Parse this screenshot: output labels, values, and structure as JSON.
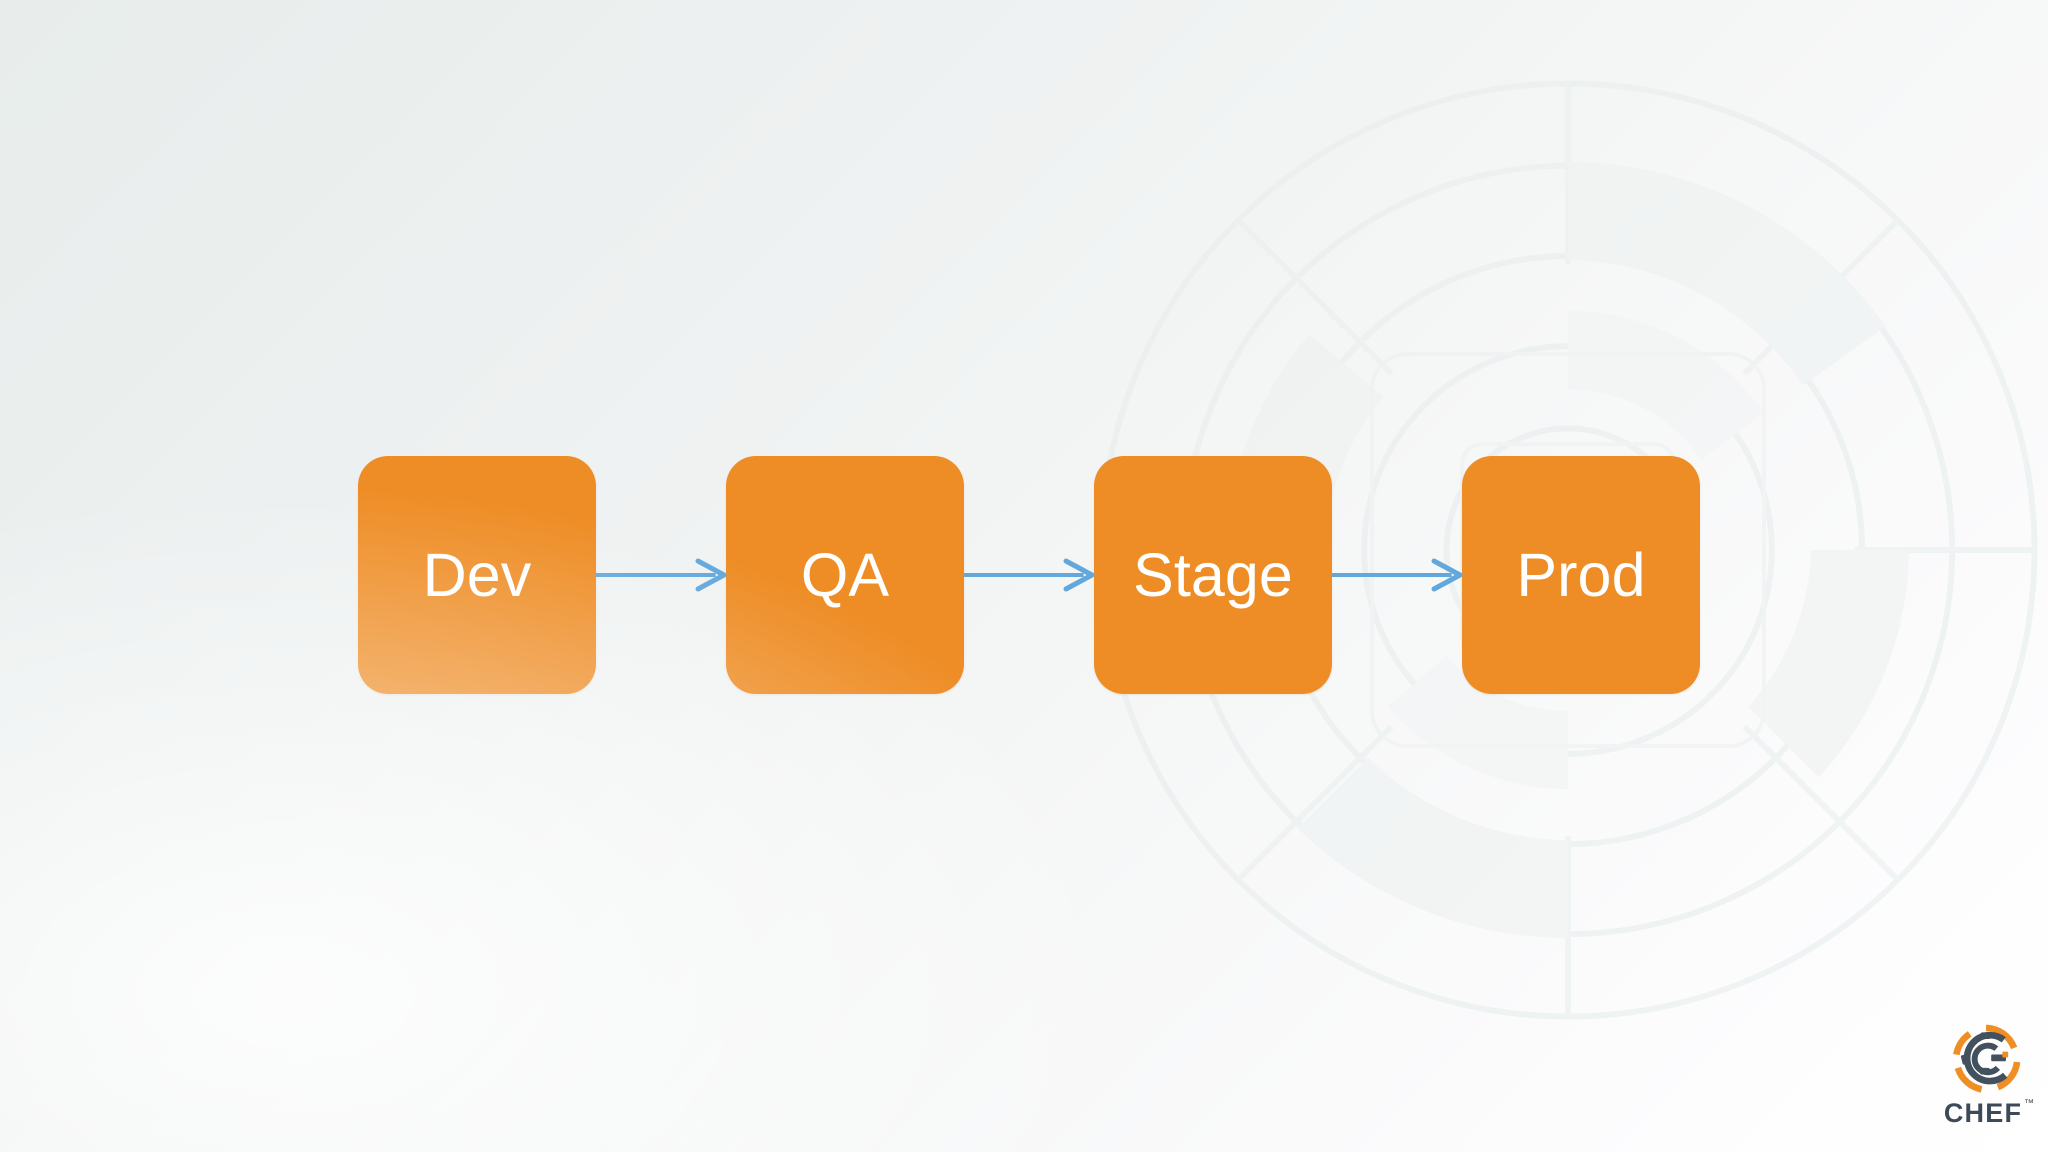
{
  "slide": {
    "background_top_left": "#e8edec",
    "background_bottom_right": "#ffffff"
  },
  "diagram": {
    "type": "linear-pipeline-flow",
    "node_color": "#ee8d26",
    "node_label_color": "#ffffff",
    "arrow_color": "#63a8dc",
    "nodes": [
      {
        "label": "Dev"
      },
      {
        "label": "QA"
      },
      {
        "label": "Stage"
      },
      {
        "label": "Prod"
      }
    ],
    "arrows": [
      {
        "from": "Dev",
        "to": "QA"
      },
      {
        "from": "QA",
        "to": "Stage"
      },
      {
        "from": "Stage",
        "to": "Prod"
      }
    ]
  },
  "watermark": {
    "name": "chef-logo-watermark",
    "color": "#f0f3f2"
  },
  "brand": {
    "mark_name": "chef-logo-mark",
    "wordmark": "CHEF",
    "trademark": "™",
    "mark_orange": "#ef8e25",
    "mark_slate": "#43505e",
    "wordmark_color": "#3e4a57"
  }
}
